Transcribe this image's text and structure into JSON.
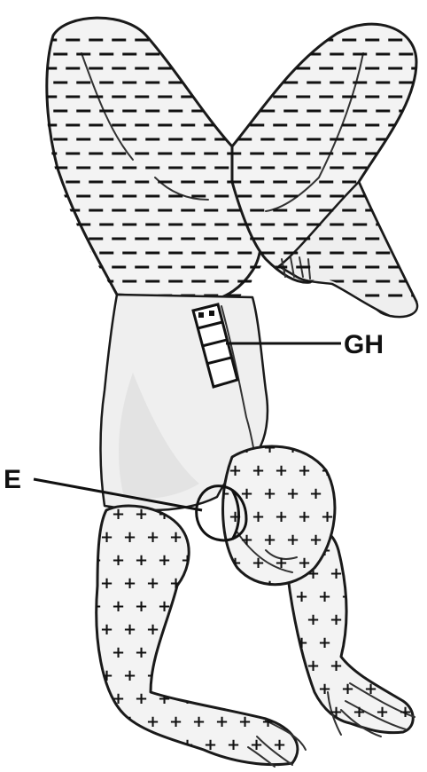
{
  "labels": {
    "gh": "GH",
    "e": "E"
  },
  "legend_patterns": {
    "legs_torso": "horizontal-dash-hatching",
    "head_arms": "plus-sign-stipple",
    "lumbar_marker": "segmented-vertebra-box"
  }
}
